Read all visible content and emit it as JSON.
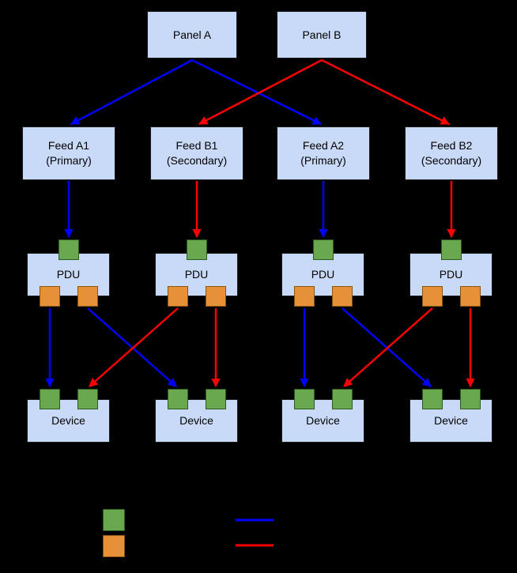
{
  "diagram": {
    "panels": [
      {
        "label": "Panel A"
      },
      {
        "label": "Panel B"
      }
    ],
    "feeds": [
      {
        "name": "Feed A1",
        "type": "(Primary)"
      },
      {
        "name": "Feed B1",
        "type": "(Secondary)"
      },
      {
        "name": "Feed A2",
        "type": "(Primary)"
      },
      {
        "name": "Feed B2",
        "type": "(Secondary)"
      }
    ],
    "pdus": [
      {
        "label": "PDU"
      },
      {
        "label": "PDU"
      },
      {
        "label": "PDU"
      },
      {
        "label": "PDU"
      }
    ],
    "devices": [
      {
        "label": "Device"
      },
      {
        "label": "Device"
      },
      {
        "label": "Device"
      },
      {
        "label": "Device"
      }
    ]
  },
  "colors": {
    "background": "#000000",
    "box_fill": "#c9daf8",
    "box_text": "#000000",
    "input_port_green": "#6aa84f",
    "output_port_orange": "#e69138",
    "primary_arrow_blue": "#0000ff",
    "secondary_arrow_red": "#ff0000"
  },
  "legend": {
    "green_swatch_color": "#6aa84f",
    "orange_swatch_color": "#e69138",
    "blue_line_color": "#0000ff",
    "red_line_color": "#ff0000"
  }
}
